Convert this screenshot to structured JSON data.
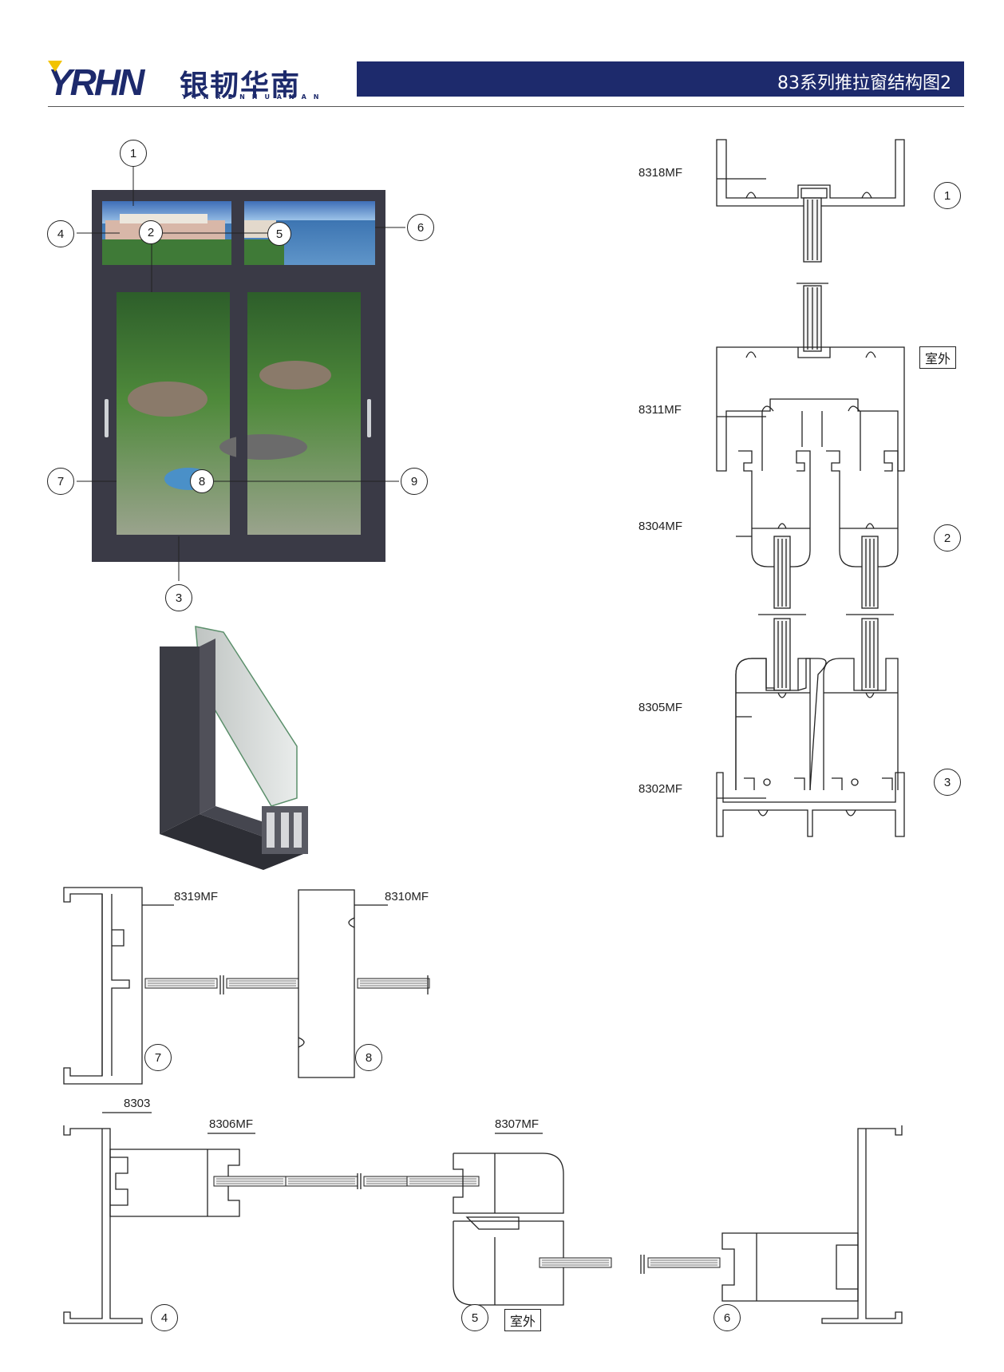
{
  "header": {
    "logo_mark": "YRHN",
    "logo_cn": "银韧华南",
    "logo_pinyin": "YINRENHUANAN",
    "title": "83系列推拉窗结构图2"
  },
  "window_callouts": [
    "1",
    "2",
    "3",
    "4",
    "5",
    "6",
    "7",
    "8",
    "9"
  ],
  "profiles": {
    "p8318": "8318MF",
    "p8311": "8311MF",
    "p8304": "8304MF",
    "p8305": "8305MF",
    "p8302": "8302MF",
    "p8319": "8319MF",
    "p8310": "8310MF",
    "p8303": "8303",
    "p8306": "8306MF",
    "p8307": "8307MF"
  },
  "section_callouts": {
    "s1": "1",
    "s2": "2",
    "s3": "3",
    "s7": "7",
    "s8": "8",
    "s4": "4",
    "s5": "5",
    "s6": "6"
  },
  "outdoor_label": "室外",
  "colors": {
    "brand_navy": "#1d2a6c",
    "logo_yellow": "#f2c300",
    "frame_dark": "#3a3a46"
  }
}
